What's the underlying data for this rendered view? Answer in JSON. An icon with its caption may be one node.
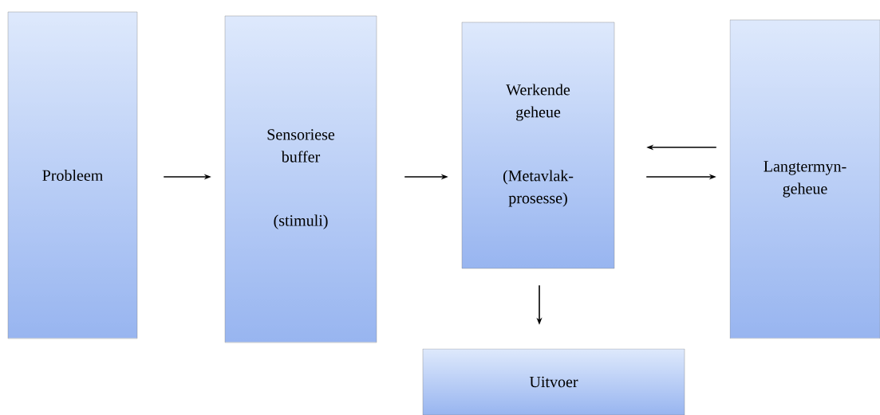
{
  "diagram": {
    "nodes": [
      {
        "text": [
          "Probleem"
        ]
      },
      {
        "text": [
          "Sensoriese buffer",
          "(stimuli)"
        ]
      },
      {
        "text": [
          "Werkende geheue",
          "(Metavlak-prosesse)"
        ]
      },
      {
        "text": [
          "Langtermyn-geheue"
        ]
      },
      {
        "text": [
          "Uitvoer"
        ]
      }
    ],
    "edges": [
      {
        "from": 0,
        "to": 1,
        "arrow": "to"
      },
      {
        "from": 1,
        "to": 2,
        "arrow": "to"
      },
      {
        "from": 3,
        "to": 2,
        "arrow": "to"
      },
      {
        "from": 2,
        "to": 3,
        "arrow": "to"
      },
      {
        "from": 2,
        "to": 4,
        "arrow": "to"
      }
    ]
  }
}
